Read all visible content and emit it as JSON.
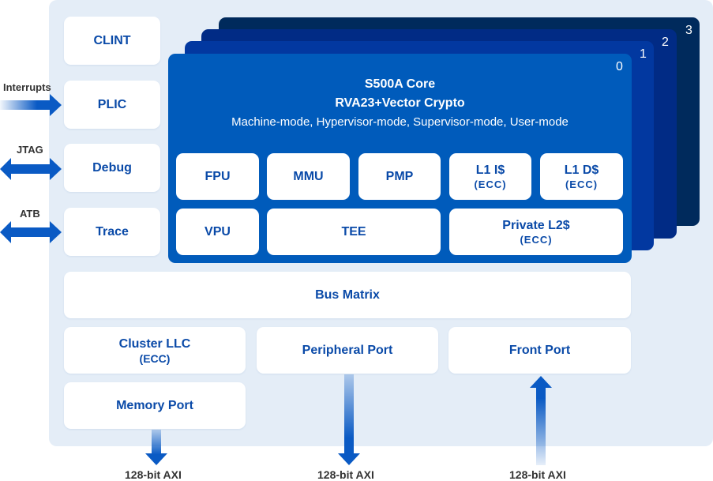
{
  "left_blocks": [
    "CLINT",
    "PLIC",
    "Debug",
    "Trace"
  ],
  "external_signals": {
    "interrupts": "Interrupts",
    "jtag": "JTAG",
    "atb": "ATB"
  },
  "core": {
    "title": "S500A Core",
    "isa": "RVA23+Vector Crypto",
    "modes": "Machine-mode, Hypervisor-mode, Supervisor-mode, User-mode",
    "instance_numbers": [
      "0",
      "1",
      "2",
      "3"
    ],
    "units": {
      "fpu": "FPU",
      "mmu": "MMU",
      "pmp": "PMP",
      "l1i": "L1 I$",
      "l1d": "L1 D$",
      "vpu": "VPU",
      "tee": "TEE",
      "l2": "Private L2$",
      "ecc": "(ECC)"
    }
  },
  "bus_matrix": "Bus Matrix",
  "cluster_llc": {
    "label": "Cluster LLC",
    "sub": "(ECC)"
  },
  "peripheral_port": "Peripheral Port",
  "front_port": "Front Port",
  "memory_port": "Memory Port",
  "axi_label": "128-bit AXI",
  "colors": {
    "panel": "#e4edf7",
    "core0": "#005bbb",
    "core1": "#0238a0",
    "core2": "#012b85",
    "core3": "#002a5c",
    "text_blue": "#0a4aa8",
    "arrow": "#0a5ac4"
  }
}
